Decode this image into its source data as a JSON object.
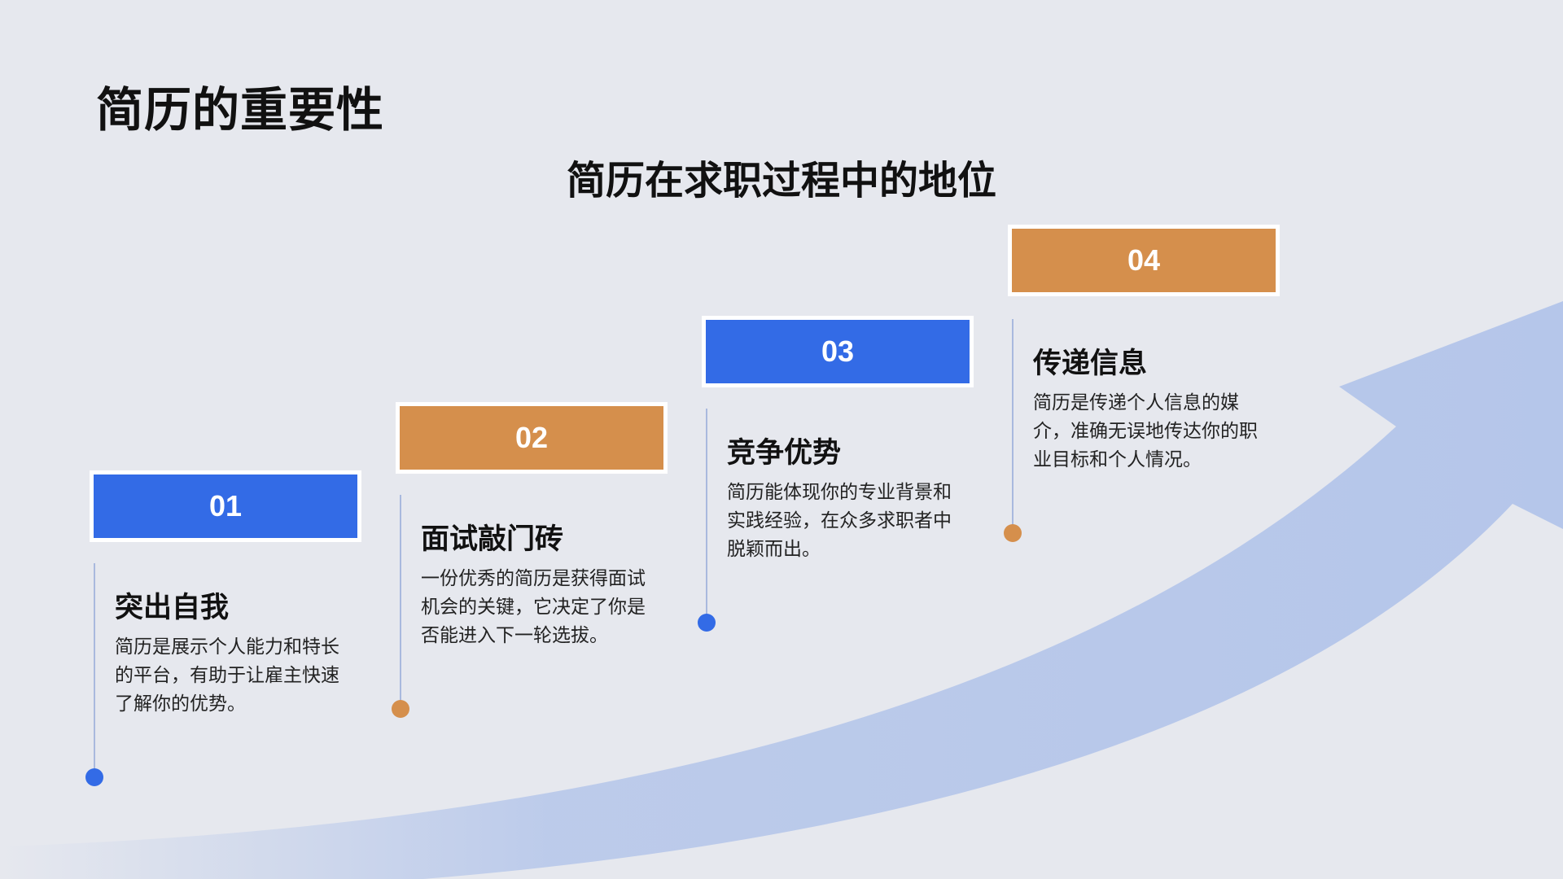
{
  "page": {
    "title": "简历的重要性",
    "subtitle": "简历在求职过程中的地位"
  },
  "colors": {
    "blue": "#336be6",
    "orange": "#d58f4c",
    "arrow": "#b5c6ea",
    "background": "#e6e8ee"
  },
  "steps": [
    {
      "number": "01",
      "heading": "突出自我",
      "description": "简历是展示个人能力和特长的平台，有助于让雇主快速了解你的优势。",
      "color": "blue"
    },
    {
      "number": "02",
      "heading": "面试敲门砖",
      "description": "一份优秀的简历是获得面试机会的关键，它决定了你是否能进入下一轮选拔。",
      "color": "orange"
    },
    {
      "number": "03",
      "heading": "竞争优势",
      "description": "简历能体现你的专业背景和实践经验，在众多求职者中脱颖而出。",
      "color": "blue"
    },
    {
      "number": "04",
      "heading": "传递信息",
      "description": "简历是传递个人信息的媒介，准确无误地传达你的职业目标和个人情况。",
      "color": "orange"
    }
  ]
}
